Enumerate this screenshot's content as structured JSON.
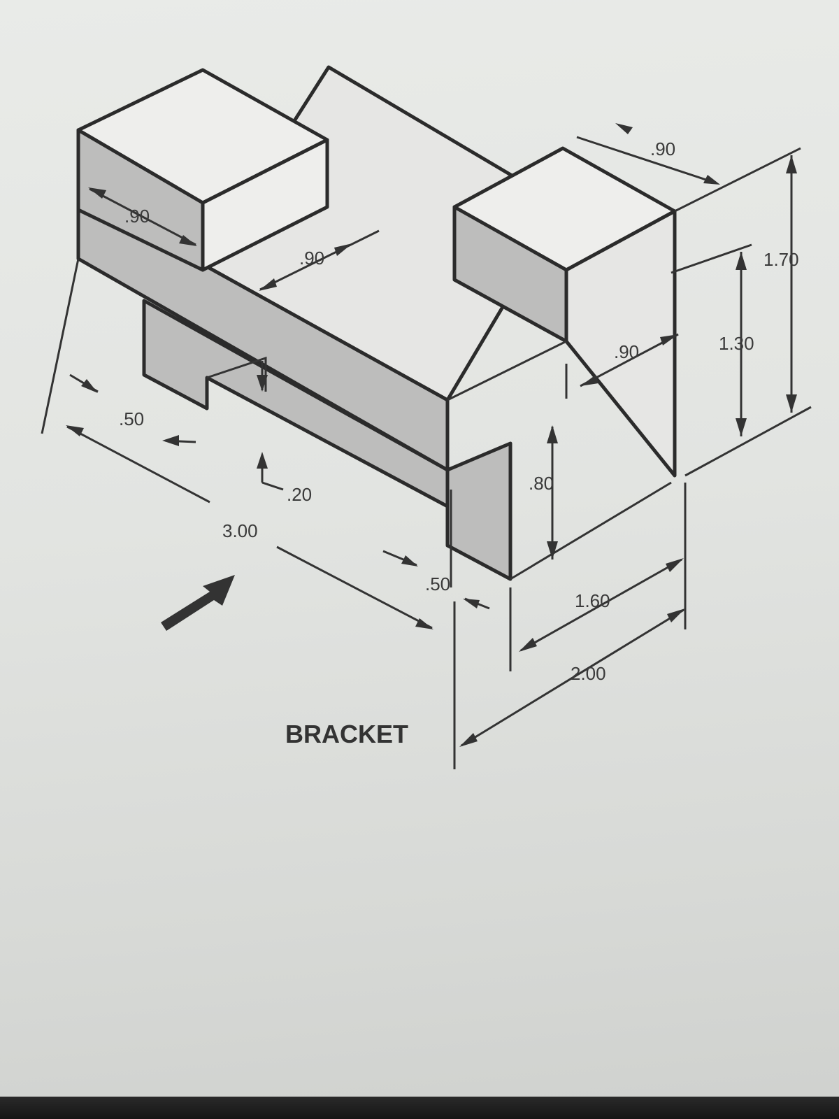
{
  "title": "BRACKET",
  "dimensions": {
    "top_left_block_width": ".90",
    "top_left_slot_width": ".90",
    "top_right_block_depth": ".90",
    "right_slot_width": ".90",
    "overall_height": "1.70",
    "upper_height": "1.30",
    "step_height": ".80",
    "left_thickness": ".50",
    "groove_depth": ".20",
    "overall_length": "3.00",
    "front_thickness": ".50",
    "inner_width": "1.60",
    "overall_width": "2.00"
  },
  "view_arrow": "front-view-direction-arrow"
}
